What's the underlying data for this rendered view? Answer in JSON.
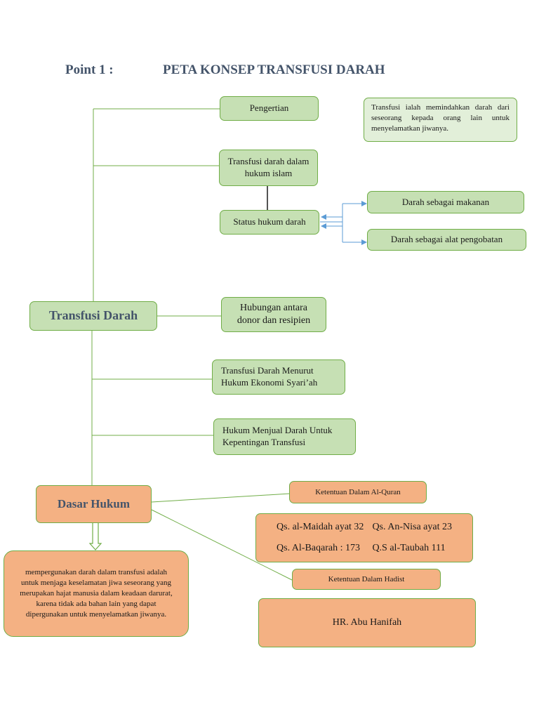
{
  "header": {
    "point_label": "Point 1 :",
    "title": "PETA KONSEP TRANSFUSI DARAH"
  },
  "main_node": {
    "label": "Transfusi Darah"
  },
  "branches": {
    "pengertian": "Pengertian",
    "definition": "Transfusi ialah memindahkan darah dari seseorang kepada orang lain untuk menyelamatkan jiwanya.",
    "hukum_islam": "Transfusi darah dalam hukum islam",
    "status_hukum": "Status hukum darah",
    "makanan": "Darah sebagai makanan",
    "pengobatan": "Darah sebagai alat pengobatan",
    "hubungan": "Hubungan antara donor dan resipien",
    "ekonomi": "Transfusi Darah Menurut Hukum Ekonomi Syari’ah",
    "menjual": "Hukum Menjual Darah Untuk Kepentingan Transfusi"
  },
  "dasar_hukum": {
    "label": "Dasar  Hukum",
    "reason": "mempergunakan darah dalam transfusi adalah untuk menjaga keselamatan jiwa seseorang yang merupakan hajat manusia dalam keadaan darurat, karena tidak ada bahan lain yang dapat dipergunakan untuk menyelamatkan jiwanya.",
    "quran_label": "Ketentuan Dalam Al-Quran",
    "quran_refs": [
      "Qs. al-Maidah ayat 32",
      "Qs.  An-Nisa ayat 23",
      "Qs. Al-Baqarah : 173",
      "Q.S al-Taubah 111"
    ],
    "hadist_label": "Ketentuan Dalam Hadist",
    "hadist_ref": "HR. Abu Hanifah"
  },
  "colors": {
    "title": "#44546a",
    "green_fill": "#c6e0b4",
    "green_border": "#70ad47",
    "orange_fill": "#f4b183",
    "connector": "#70ad47",
    "arrow_blue": "#5b9bd5"
  }
}
